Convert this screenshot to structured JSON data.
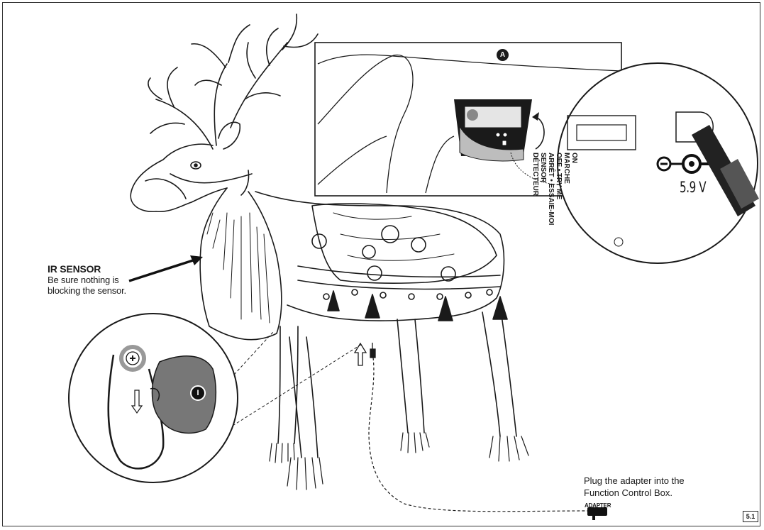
{
  "sensor_callout": {
    "title": "IR SENSOR",
    "line1": "Be sure nothing is",
    "line2": "blocking the sensor."
  },
  "adapter": {
    "note_line1": "Plug the adapter into the",
    "note_line2": "Function Control Box.",
    "tag": "ADAPTER"
  },
  "inset_marker": "A",
  "detail_marker": "I",
  "switch": {
    "line1": "ON",
    "line2": "MARCHE",
    "line3": "OFF • TRY ME",
    "line4": "ARRÊT • ESSAIE-MOI",
    "line5": "SENSOR",
    "line6": "DÉTECTEUR"
  },
  "voltage": "5.9 V",
  "page_number": "5.1"
}
